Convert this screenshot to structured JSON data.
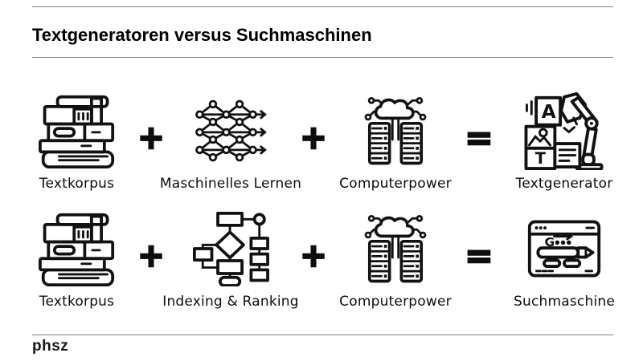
{
  "title": "Textgeneratoren versus Suchmaschinen",
  "brand": "phsz",
  "colors": {
    "ink": "#111111",
    "rule": "#7d7d7d",
    "background": "#ffffff"
  },
  "operators": {
    "plus": "+",
    "equals": "="
  },
  "rows": [
    {
      "items": [
        {
          "icon": "books-icon",
          "label": "Textkorpus"
        },
        {
          "icon": "neural-network-icon",
          "label": "Maschinelles Lernen"
        },
        {
          "icon": "servers-cloud-icon",
          "label": "Computerpower"
        },
        {
          "icon": "robot-arm-icon",
          "label": "Textgenerator"
        }
      ]
    },
    {
      "items": [
        {
          "icon": "books-icon",
          "label": "Textkorpus"
        },
        {
          "icon": "flowchart-icon",
          "label": "Indexing & Ranking"
        },
        {
          "icon": "servers-cloud-icon",
          "label": "Computerpower"
        },
        {
          "icon": "browser-search-icon",
          "label": "Suchmaschine"
        }
      ]
    }
  ],
  "icon_text": {
    "generator_card_letter": "A",
    "generator_block_letter": "T",
    "search_logo_letter": "G"
  }
}
